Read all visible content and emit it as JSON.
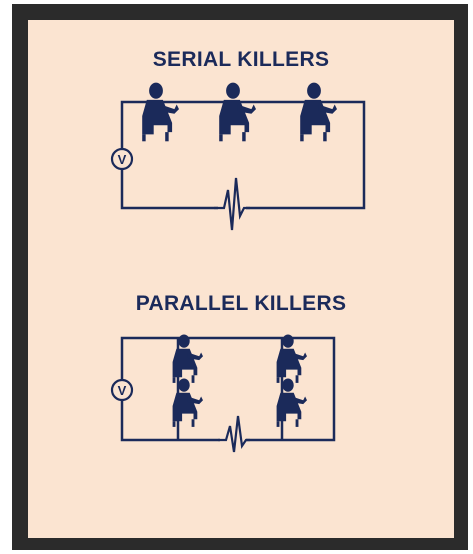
{
  "image": {
    "serial_title": "SERIAL KILLERS",
    "parallel_title": "PARALLEL KILLERS",
    "voltmeter_symbol": "V"
  },
  "colors": {
    "frame": "#2b2b2b",
    "panel": "#fbe4d1",
    "ink": "#1b2a5a"
  }
}
